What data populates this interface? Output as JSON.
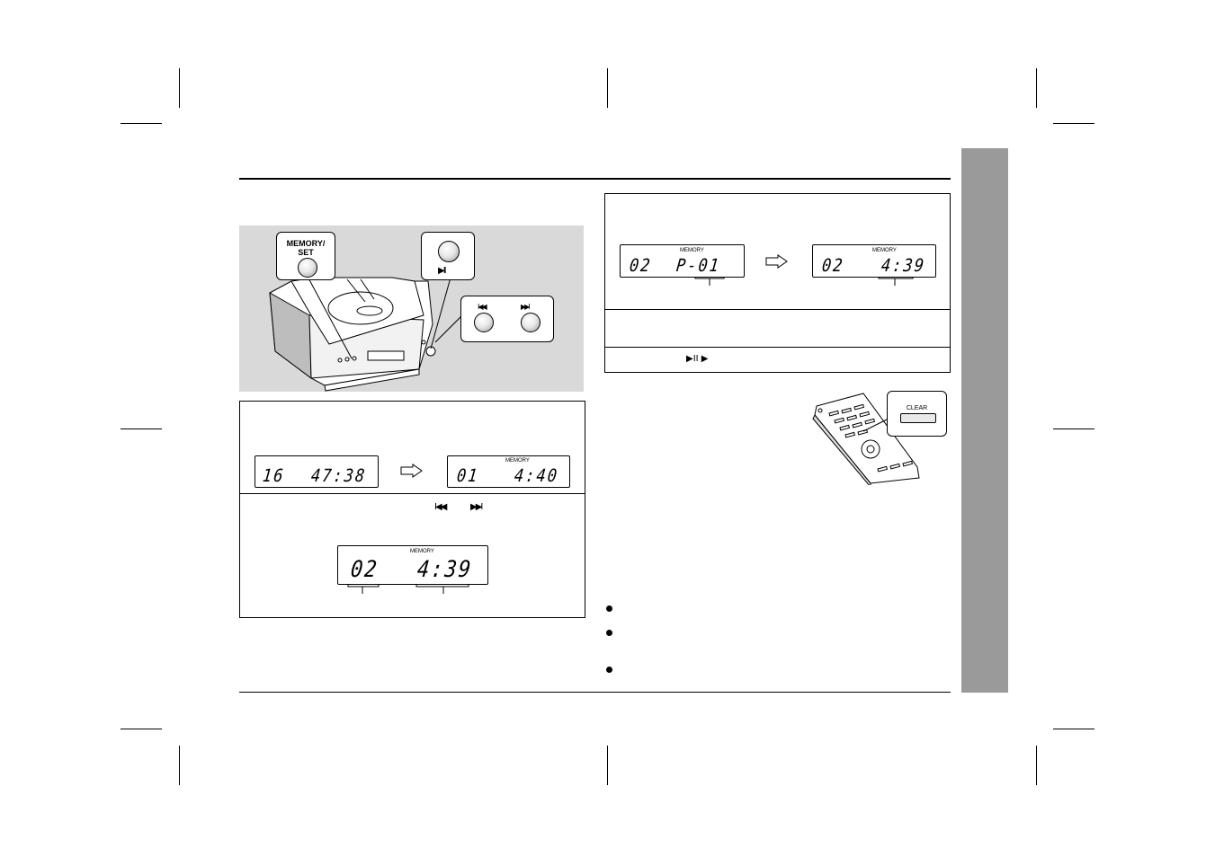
{
  "illustration": {
    "memory_set_label_line1": "MEMORY/",
    "memory_set_label_line2": "SET",
    "play_pause_symbol": "▶II",
    "skip_back_symbol": "I◀◀",
    "skip_fwd_symbol": "▶▶I"
  },
  "step_box_1": {
    "lcd_left": {
      "track": "16",
      "time": "47:38"
    },
    "lcd_right": {
      "memory_label": "MEMORY",
      "track": "01",
      "time": "4:40"
    },
    "skip_back_symbol": "I◀◀",
    "skip_fwd_symbol": "▶▶I",
    "lcd_bottom": {
      "memory_label": "MEMORY",
      "track": "02",
      "time": "4:39"
    }
  },
  "step_box_2": {
    "lcd_left": {
      "memory_label": "MEMORY",
      "track": "02",
      "text": "P-01"
    },
    "lcd_right": {
      "memory_label": "MEMORY",
      "track": "02",
      "time": "4:39"
    },
    "play_symbols": "▶II  ▶"
  },
  "remote": {
    "clear_label": "CLEAR"
  }
}
